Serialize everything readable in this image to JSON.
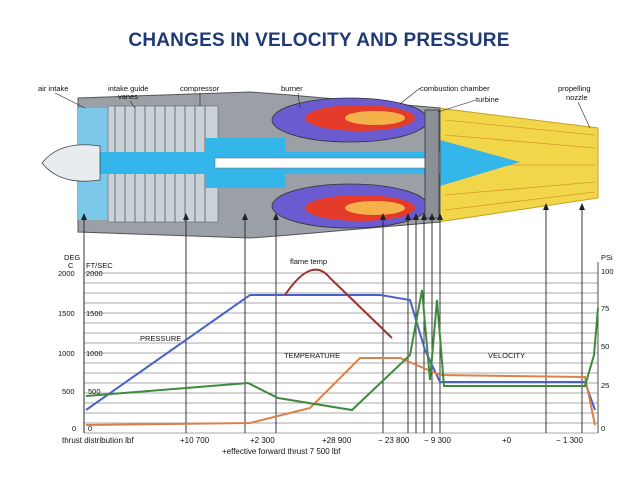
{
  "title": "CHANGES IN VELOCITY AND PRESSURE",
  "engine_labels": {
    "air_intake": "air intake",
    "intake_guide_vanes_1": "intake guide",
    "intake_guide_vanes_2": "vanes",
    "compressor": "compressor",
    "burner": "burner",
    "combustion_chamber": "combustion chamber",
    "turbine": "turbine",
    "propelling_1": "propelling",
    "propelling_2": "nozzle"
  },
  "graph_labels": {
    "deg": "DEG",
    "c": "C",
    "ftsec": "FT/SEC",
    "psi": "PSi",
    "flame_temp": "flame temp",
    "pressure": "PRESSURE",
    "temperature": "TEMPERATURE",
    "velocity": "VELOCITY"
  },
  "left_ticks": [
    {
      "deg": "2000",
      "ft": "2000"
    },
    {
      "deg": "1500",
      "ft": "1500"
    },
    {
      "deg": "1000",
      "ft": "1000"
    },
    {
      "deg": "500",
      "ft": "500"
    },
    {
      "deg": "0",
      "ft": "0"
    }
  ],
  "right_ticks": [
    "100",
    "75",
    "50",
    "25",
    "0"
  ],
  "thrust_row": {
    "label": "thrust distribution lbf",
    "values": [
      "+10 700",
      "+2 300",
      "+28 900",
      "− 23 800",
      "− 9 300",
      "+0",
      "− 1 300"
    ]
  },
  "effective_thrust": "+effective forward thrust 7 500 lbf",
  "colors": {
    "title": "#1f3a75",
    "pressure": "#4a62c8",
    "temperature": "#d9814a",
    "velocity": "#3d8a3d",
    "flame": "#a03030"
  }
}
